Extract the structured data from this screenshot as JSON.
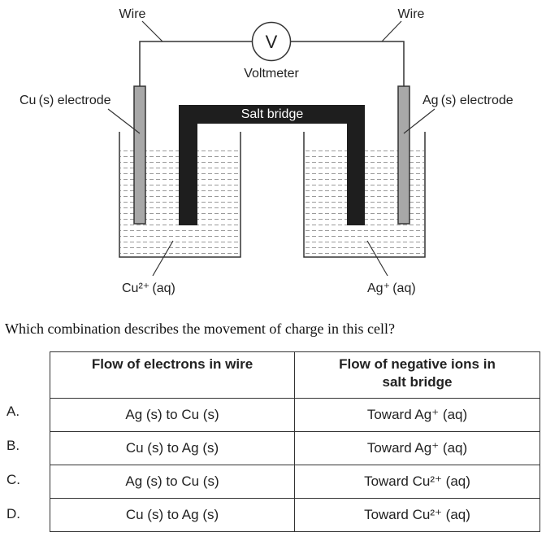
{
  "diagram": {
    "wire_left": "Wire",
    "wire_right": "Wire",
    "voltmeter_symbol": "V",
    "voltmeter": "Voltmeter",
    "cu_electrode": "Cu (s) electrode",
    "ag_electrode": "Ag (s) electrode",
    "salt_bridge": "Salt bridge",
    "cu_solution": "Cu²⁺ (aq)",
    "ag_solution": "Ag⁺ (aq)"
  },
  "question": "Which combination describes the movement of charge in this cell?",
  "table": {
    "headers": [
      "Flow of electrons in wire",
      "Flow of negative ions in salt bridge"
    ],
    "rows": [
      {
        "option": "A.",
        "electrons": "Ag (s) to Cu (s)",
        "ions": "Toward Ag⁺ (aq)"
      },
      {
        "option": "B.",
        "electrons": "Cu (s) to Ag (s)",
        "ions": "Toward Ag⁺ (aq)"
      },
      {
        "option": "C.",
        "electrons": "Ag (s) to Cu (s)",
        "ions": "Toward Cu²⁺ (aq)"
      },
      {
        "option": "D.",
        "electrons": "Cu (s) to Ag (s)",
        "ions": "Toward Cu²⁺ (aq)"
      }
    ]
  }
}
